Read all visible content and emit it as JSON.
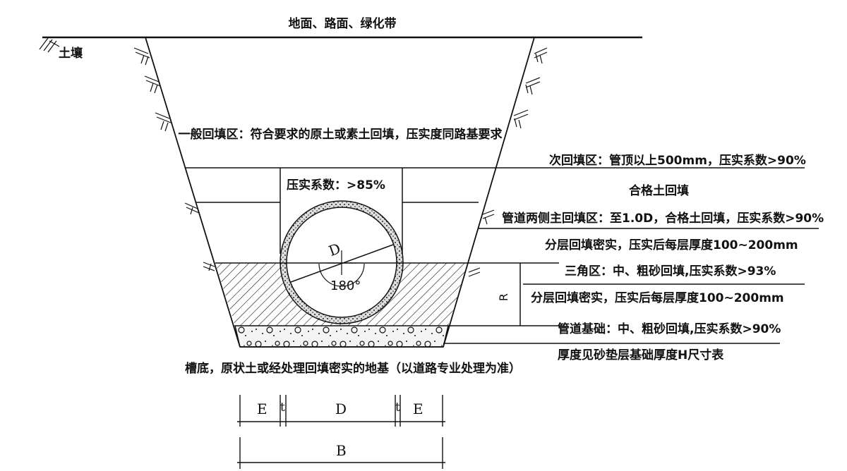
{
  "labels": {
    "surface": "地面、路面、绿化带",
    "soil": "土壤",
    "general_backfill": "一般回填区：符合要求的原土或素土回填，压实度同路基要求",
    "above_pipe_compaction": "压实系数：>85%",
    "secondary_backfill": "次回填区：管顶以上500mm，压实系数>90%",
    "qualified_soil": "合格土回填",
    "main_backfill": "管道两侧主回填区：至1.0D，合格土回填，压实系数>90%",
    "layered_1": "分层回填密实，压实后每层厚度100~200mm",
    "triangle_zone": "三角区：中、粗砂回填,压实系数>93%",
    "layered_2": "分层回填密实，压实后每层厚度100~200mm",
    "pipe_foundation": "管道基础：中、粗砂回填,压实系数>90%",
    "foundation_thickness": "厚度见砂垫层基础厚度H尺寸表",
    "trench_bottom": "槽底，原状土或经处理回填密实的地基（以道路专业处理为准）",
    "pipe_diameter": "D",
    "angle": "180°",
    "r_dim": "R"
  },
  "dimensions": {
    "e_left": "E",
    "t_left": "t",
    "d": "D",
    "t_right": "t",
    "e_right": "E",
    "b": "B"
  }
}
